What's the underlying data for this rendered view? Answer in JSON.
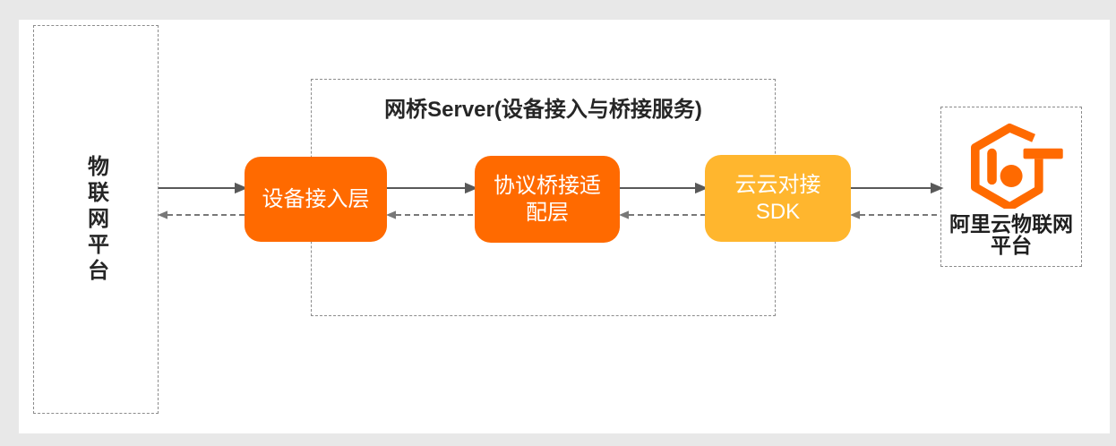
{
  "page": {
    "background": "#E8E8E8",
    "panel_background": "#FFFFFF"
  },
  "colors": {
    "accent_orange": "#FF6A00",
    "accent_yellow": "#FFB62E",
    "dashed_border_gray": "#8C8C8C",
    "text_dark": "#262626",
    "arrow_solid": "#595959",
    "arrow_dashed": "#787878",
    "node_text": "#FFFFFF"
  },
  "diagram": {
    "iot_platform": {
      "label": "物联网平台"
    },
    "bridge_server": {
      "title": "网桥Server(设备接入与桥接服务)",
      "nodes": {
        "device_access": {
          "label": "设备接入层"
        },
        "protocol_adapter": {
          "label": "协议桥接适\n配层"
        },
        "cloud_sdk": {
          "label": "云云对接\nSDK"
        }
      }
    },
    "aliyun_platform": {
      "label": "阿里云物联网\n平台",
      "logo": "aliyun-iot-hexagon-logo"
    }
  }
}
